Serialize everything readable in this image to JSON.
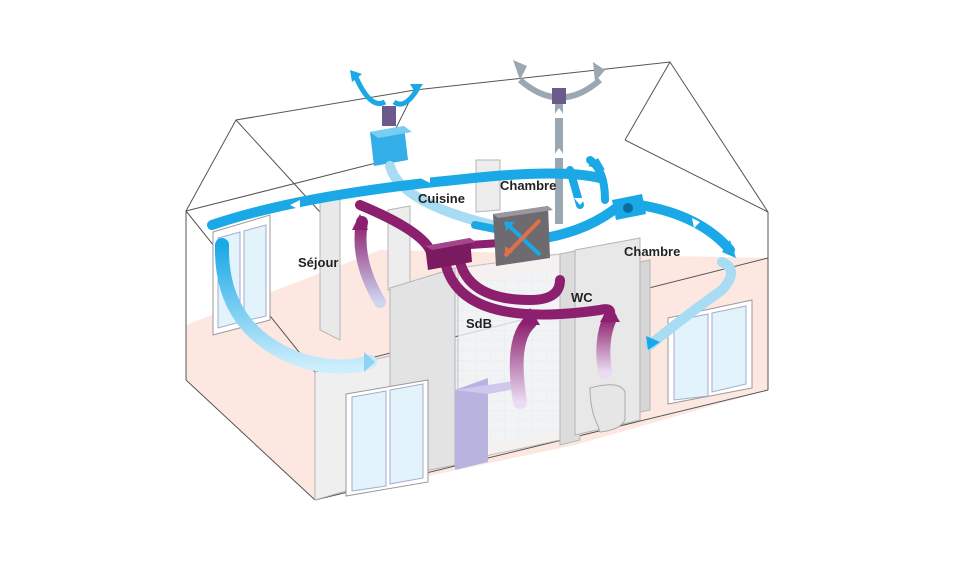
{
  "rooms": {
    "sejour": "Séjour",
    "cuisine": "Cuisine",
    "chambre_1": "Chambre",
    "chambre_2": "Chambre",
    "sdb": "SdB",
    "wc": "WC"
  },
  "colors": {
    "fresh_air": "#1aa8e6",
    "fresh_air_light": "#bfe6f8",
    "stale_air": "#8c1f6e",
    "stale_air_light": "#d9b6e6",
    "exhaust": "#9aa8b4",
    "floor": "#fbe4dc",
    "tile": "#cfe5f2",
    "walls": "#e6e6e6"
  },
  "icons": {
    "heat_exchanger": "heat-exchanger-icon",
    "roof_intake": "roof-intake-icon",
    "roof_outlet": "roof-outlet-icon",
    "supply_box": "supply-box-icon",
    "extract_box": "extract-box-icon"
  }
}
